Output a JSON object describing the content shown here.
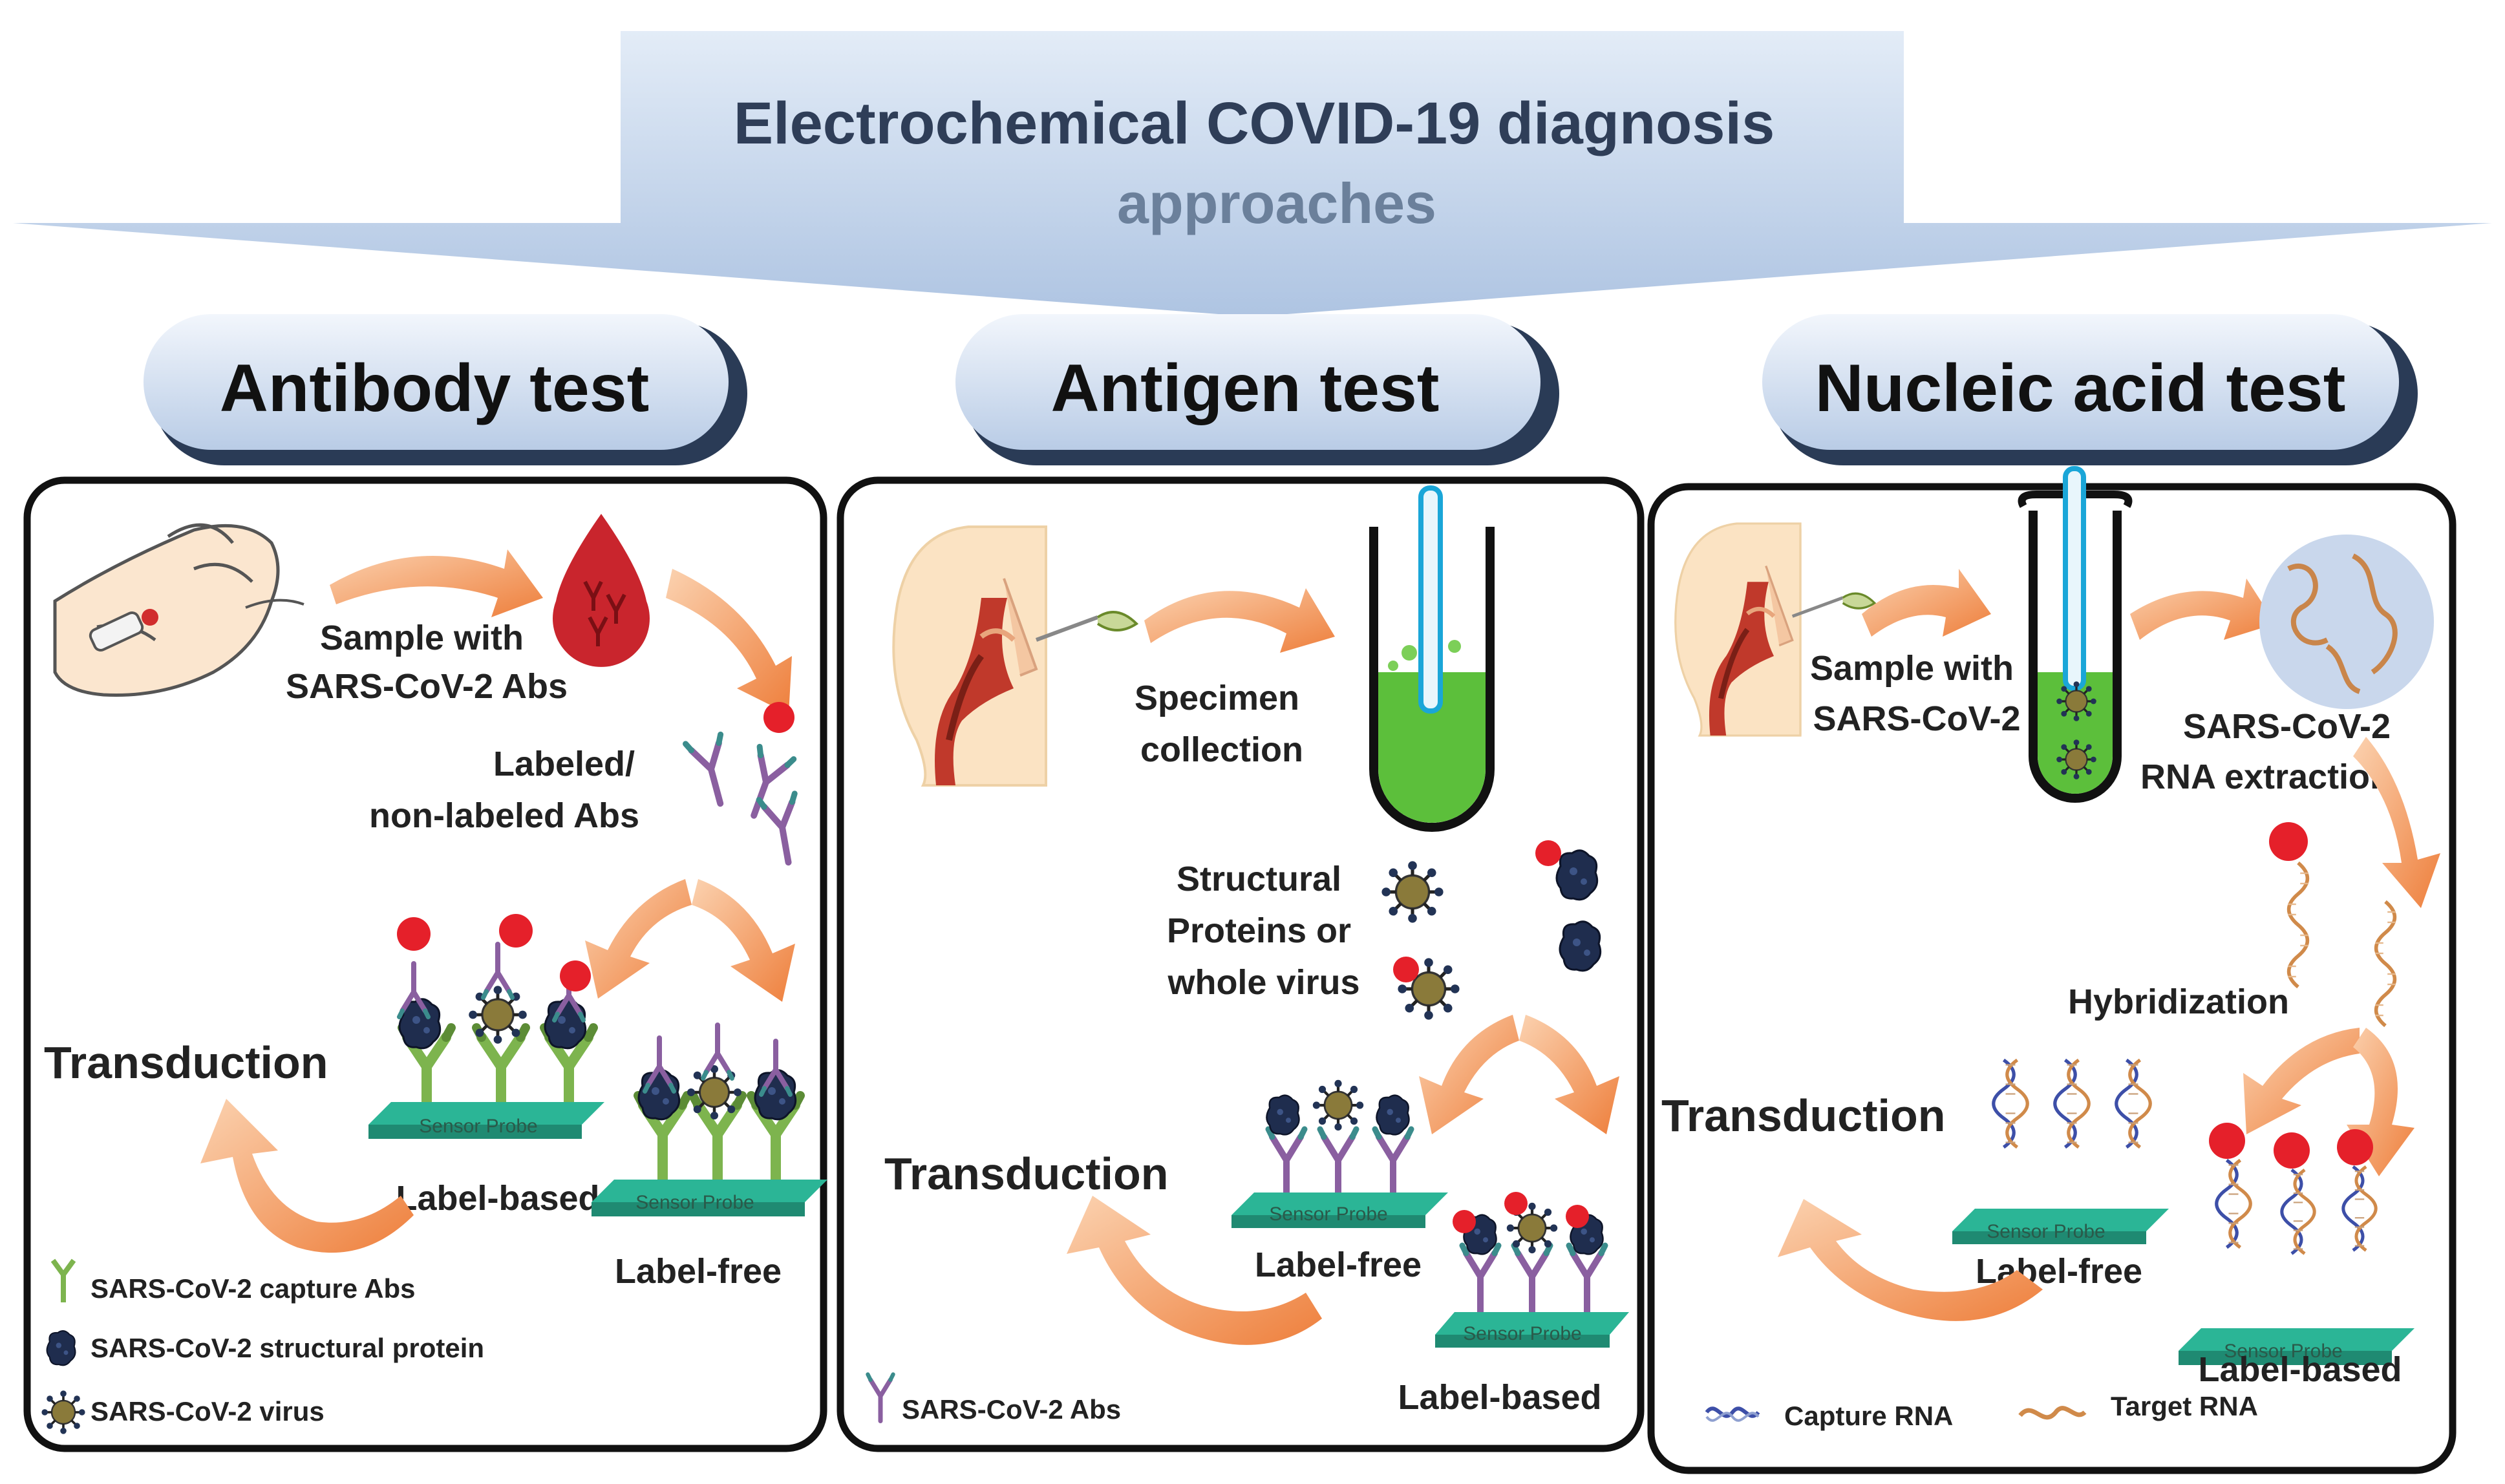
{
  "banner": {
    "title_line1": "Electrochemical COVID-19 diagnosis",
    "title_line2": "approaches"
  },
  "colors": {
    "banner": "#c3d4ea",
    "tab": "#d6e2f2",
    "arrow": "#f2955a",
    "sensor": "#2bb596",
    "blood": "#c9252d",
    "label_red": "#e5202a",
    "green_liquid": "#5cbf3b",
    "tube_blue": "#1aa6d8"
  },
  "panels": {
    "antibody": {
      "tab_label": "Antibody test",
      "sample_label": [
        "Sample with",
        "SARS-CoV-2 Abs"
      ],
      "abs_label": [
        "Labeled/",
        "non-labeled Abs"
      ],
      "transduction": "Transduction",
      "label_based": "Label-based",
      "label_free": "Label-free",
      "sensor_probe": "Sensor Probe",
      "legend": [
        {
          "icon": "capture-antibody-icon",
          "text": "SARS-CoV-2 capture Abs"
        },
        {
          "icon": "structural-protein-icon",
          "text": "SARS-CoV-2 structural protein"
        },
        {
          "icon": "virus-icon",
          "text": "SARS-CoV-2 virus"
        }
      ]
    },
    "antigen": {
      "tab_label": "Antigen test",
      "specimen_label": [
        "Specimen",
        "collection"
      ],
      "structural_label": [
        "Structural",
        "Proteins or",
        "whole virus"
      ],
      "transduction": "Transduction",
      "label_free": "Label-free",
      "label_based": "Label-based",
      "sensor_probe": "Sensor Probe",
      "legend": [
        {
          "icon": "antibody-icon",
          "text": "SARS-CoV-2 Abs"
        }
      ]
    },
    "nucleic": {
      "tab_label": "Nucleic acid test",
      "sample_label": [
        "Sample with",
        "SARS-CoV-2"
      ],
      "rna_label": [
        "SARS-CoV-2",
        "RNA extraction"
      ],
      "hybridization": "Hybridization",
      "transduction": "Transduction",
      "label_free": "Label-free",
      "label_based": "Label-based",
      "sensor_probe": "Sensor Probe",
      "legend": [
        {
          "icon": "capture-rna-icon",
          "text": "Capture RNA"
        },
        {
          "icon": "target-rna-icon",
          "text": "Target RNA"
        }
      ]
    }
  }
}
